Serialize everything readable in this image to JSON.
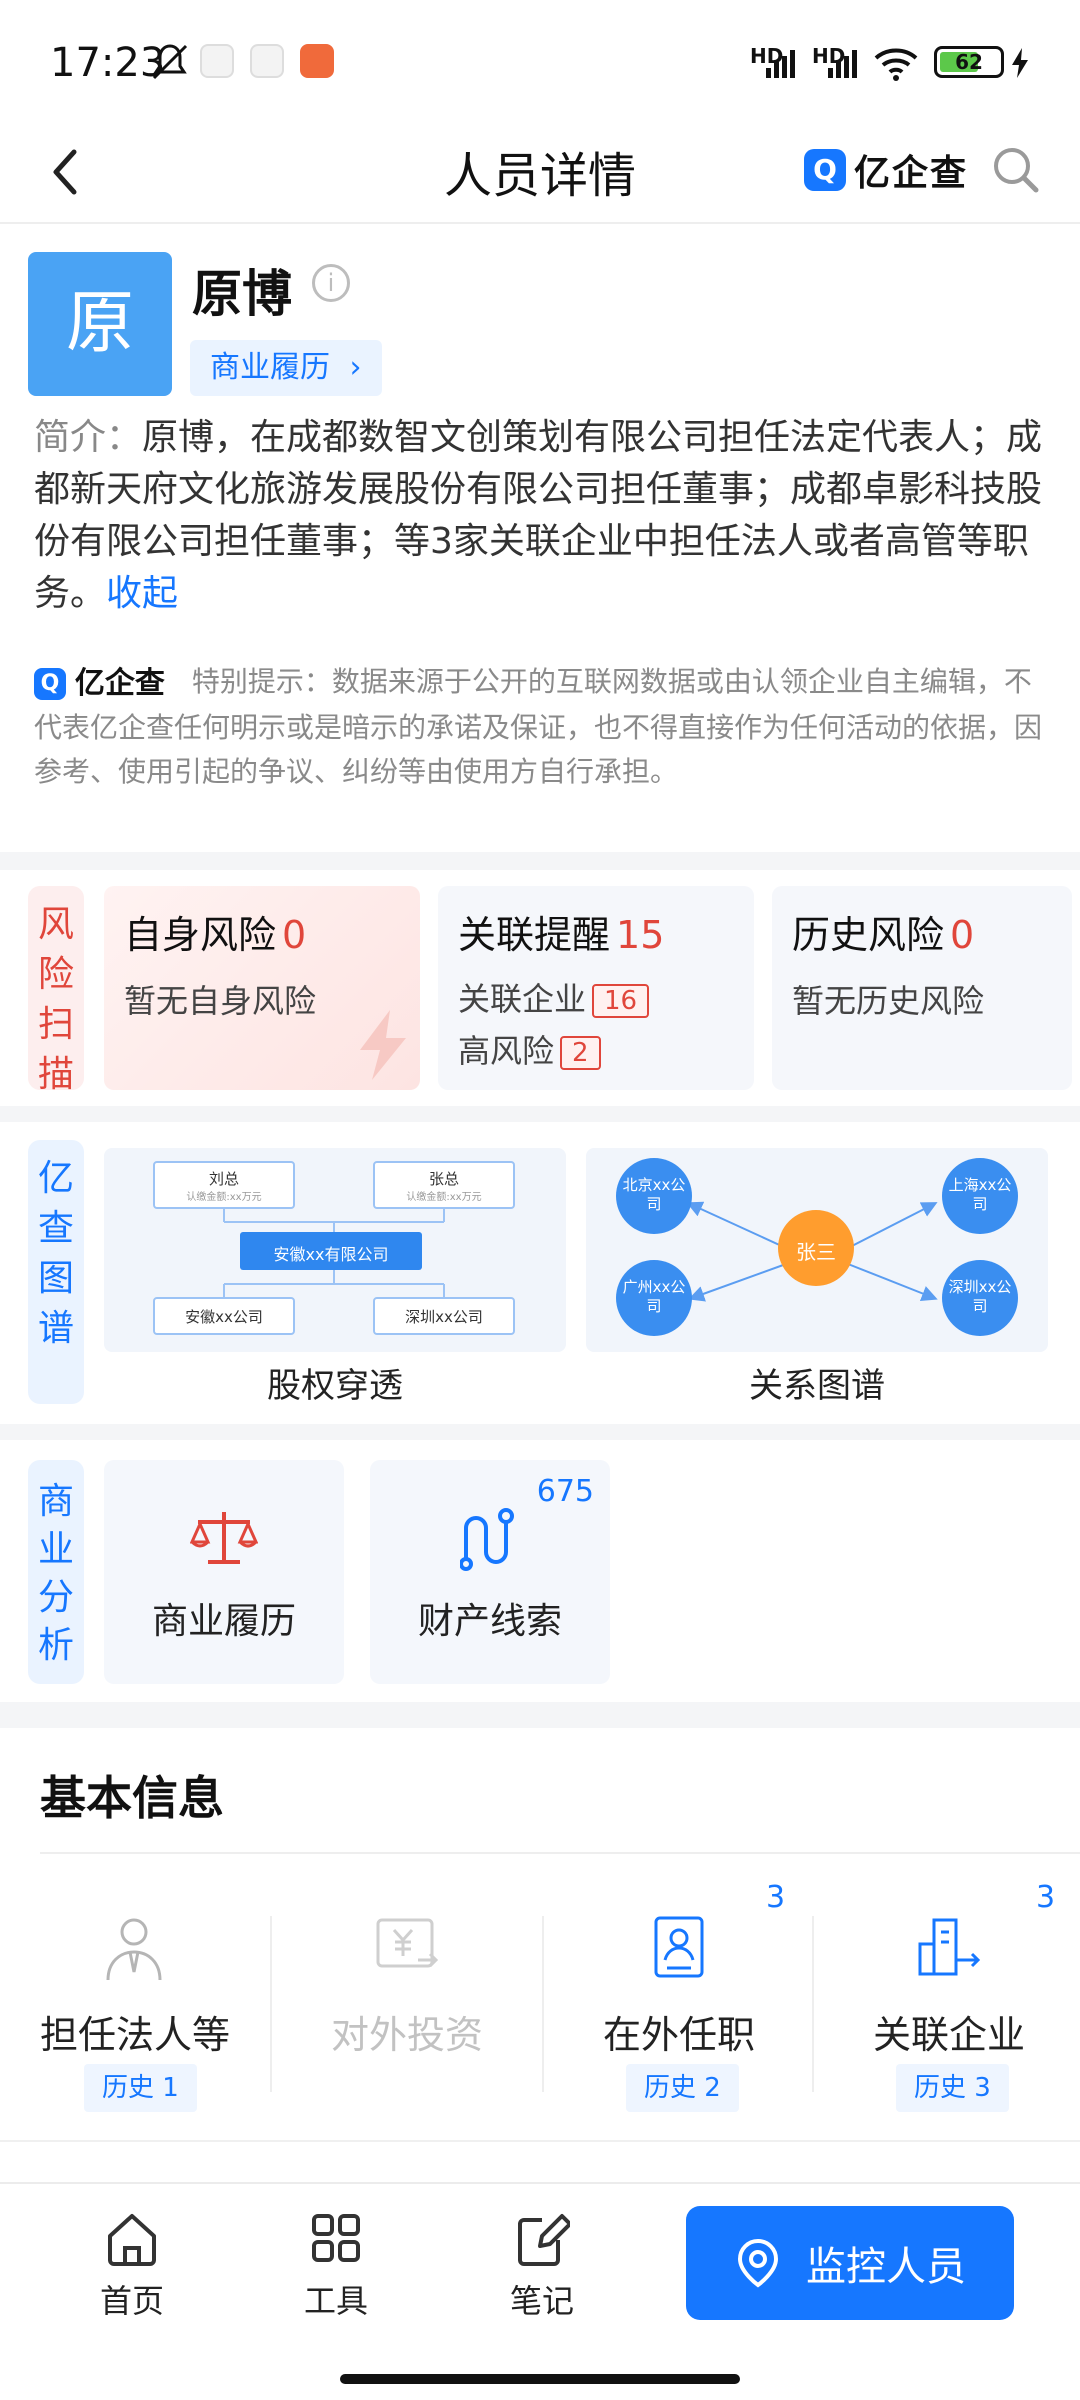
{
  "status": {
    "time": "17:23",
    "battery": "62",
    "signal1": "HD",
    "signal2": "HD"
  },
  "nav": {
    "title": "人员详情",
    "brand": "亿企查",
    "brand_logo": "Q"
  },
  "profile": {
    "avatar_char": "原",
    "name": "原博",
    "tag": "商业履历",
    "intro_label": "简介：",
    "intro_text": "原博，在成都数智文创策划有限公司担任法定代表人；成都新天府文化旅游发展股份有限公司担任董事；成都卓影科技股份有限公司担任董事；等3家关联企业中担任法人或者高管等职务。",
    "collapse": "收起"
  },
  "notice": {
    "brand": "亿企查",
    "text": "特别提示：数据来源于公开的互联网数据或由认领企业自主编辑，不代表亿企查任何明示或是暗示的承诺及保证，也不得直接作为任何活动的依据，因参考、使用引起的争议、纠纷等由使用方自行承担。"
  },
  "risk": {
    "label": [
      "风",
      "险",
      "扫",
      "描"
    ],
    "cards": [
      {
        "title": "自身风险",
        "count": "0",
        "sub": "暂无自身风险"
      },
      {
        "title": "关联提醒",
        "count": "15",
        "sub1": "关联企业",
        "badge1": "16",
        "sub2": "高风险",
        "badge2": "2"
      },
      {
        "title": "历史风险",
        "count": "0",
        "sub": "暂无历史风险"
      }
    ]
  },
  "graph": {
    "label": [
      "亿",
      "查",
      "图",
      "谱"
    ],
    "equity": {
      "caption": "股权穿透",
      "top_left": "刘总",
      "top_left_sub": "认缴金额:xx万元",
      "top_right": "张总",
      "top_right_sub": "认缴金额:xx万元",
      "center": "安徽xx有限公司",
      "bottom_left": "安徽xx公司",
      "bottom_right": "深圳xx公司"
    },
    "relation": {
      "caption": "关系图谱",
      "center": "张三",
      "nodes": [
        "北京xx公司",
        "上海xx公司",
        "广州xx公司",
        "深圳xx公司"
      ]
    }
  },
  "analysis": {
    "label": [
      "商",
      "业",
      "分",
      "析"
    ],
    "items": [
      {
        "caption": "商业履历",
        "count": "",
        "icon": "scale-icon"
      },
      {
        "caption": "财产线索",
        "count": "675",
        "icon": "route-icon"
      }
    ]
  },
  "basic": {
    "title": "基本信息",
    "items": [
      {
        "caption": "担任法人等",
        "count": "",
        "hist": "历史 1",
        "dim": false
      },
      {
        "caption": "对外投资",
        "count": "",
        "hist": "",
        "dim": true
      },
      {
        "caption": "在外任职",
        "count": "3",
        "hist": "历史 2",
        "dim": false
      },
      {
        "caption": "关联企业",
        "count": "3",
        "hist": "历史 3",
        "dim": false
      }
    ]
  },
  "tabbar": {
    "tabs": [
      {
        "label": "首页"
      },
      {
        "label": "工具"
      },
      {
        "label": "笔记"
      }
    ],
    "monitor": "监控人员"
  },
  "colors": {
    "accent": "#1677ff",
    "risk": "#e0463b",
    "avatar": "#4aa3f4",
    "relation_center": "#ff9d2e",
    "relation_node": "#3a8ef0"
  }
}
